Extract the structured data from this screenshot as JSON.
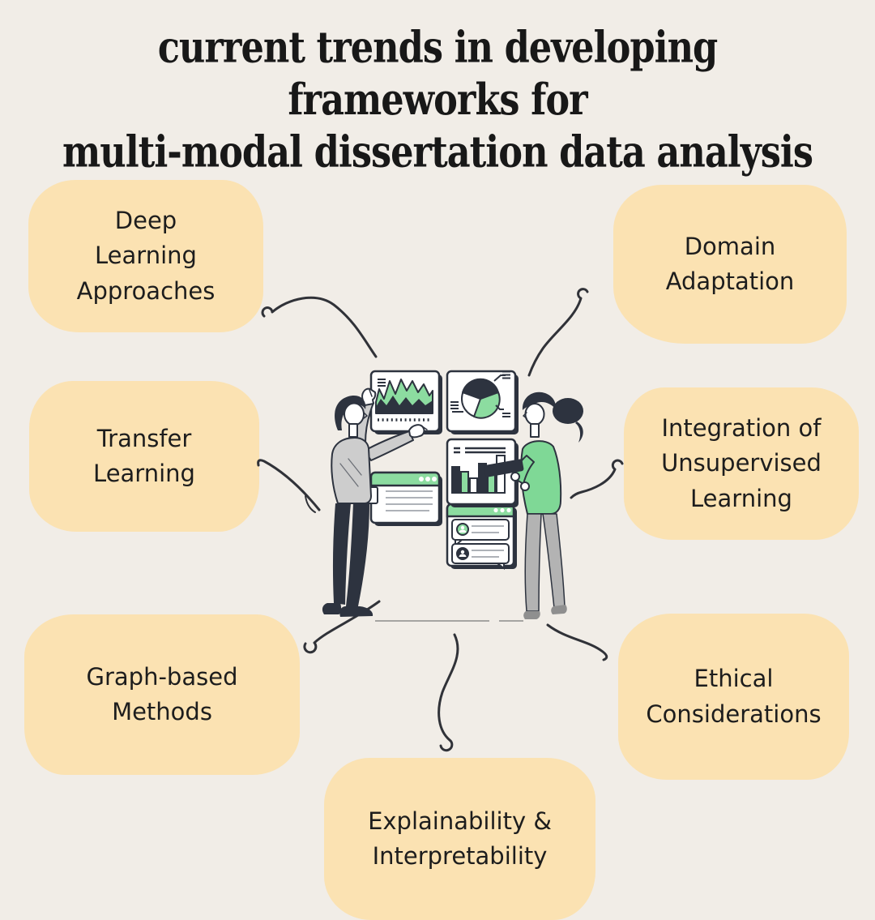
{
  "title": {
    "line1": "current trends in developing",
    "line2": "frameworks for",
    "line3": "multi-modal dissertation data analysis"
  },
  "bubbles": [
    {
      "id": "deep-learning",
      "label": "Deep\nLearning\nApproaches"
    },
    {
      "id": "domain-adaptation",
      "label": "Domain\nAdaptation"
    },
    {
      "id": "transfer-learning",
      "label": "Transfer\nLearning"
    },
    {
      "id": "unsupervised",
      "label": "Integration of\nUnsupervised\nLearning"
    },
    {
      "id": "graph-based",
      "label": "Graph-based\nMethods"
    },
    {
      "id": "ethical",
      "label": "Ethical\nConsiderations"
    },
    {
      "id": "explainability",
      "label": "Explainability &\nInterpretability"
    }
  ],
  "illustration": {
    "icons": [
      "area-chart-panel",
      "pie-chart-panel",
      "bar-chart-panel",
      "browser-window-panel",
      "chat-window-panel",
      "man-analyst",
      "woman-analyst",
      "tablet"
    ]
  },
  "colors": {
    "background": "#F1EDE7",
    "bubble_fill": "#FBE2B2",
    "accent_green": "#8CDCA0",
    "ink_dark": "#2D333F",
    "title_ink": "#181818"
  }
}
